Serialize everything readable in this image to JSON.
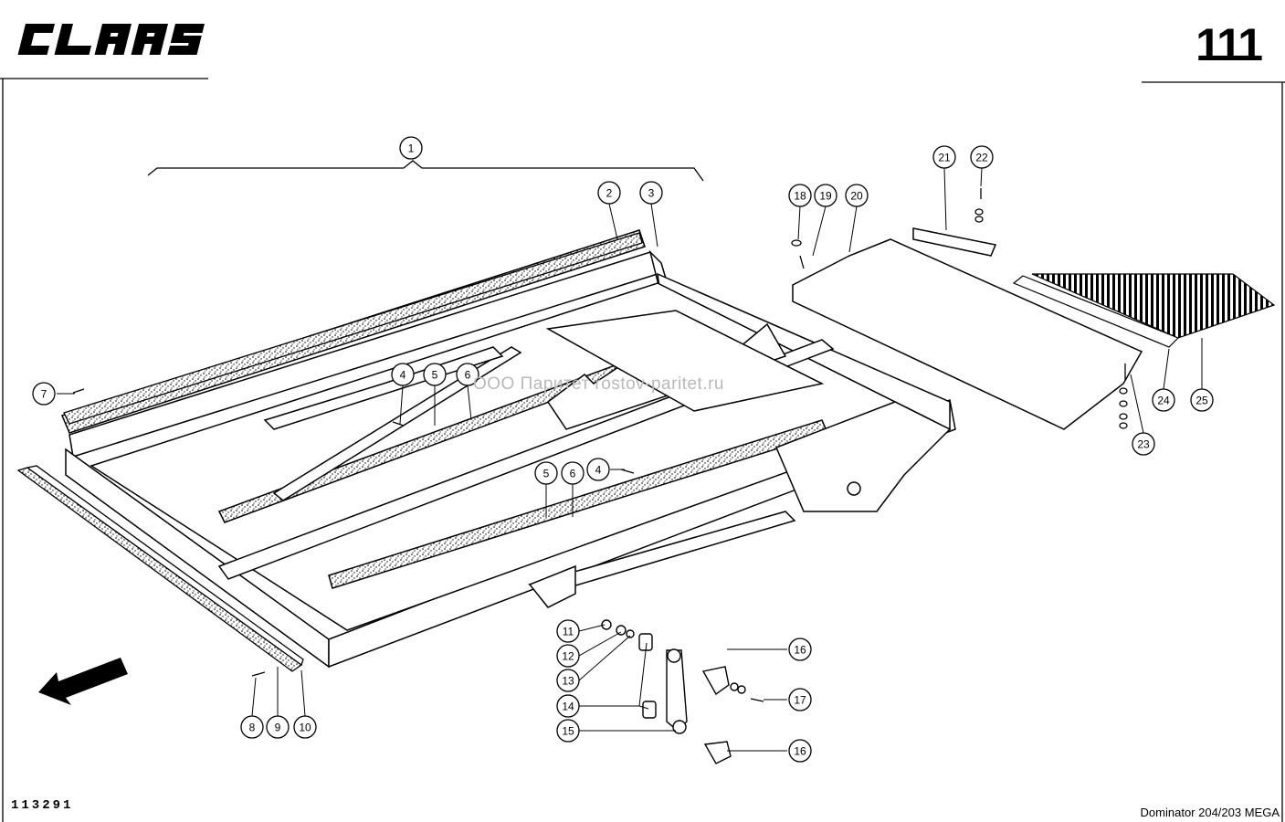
{
  "header": {
    "brand": "CLAAS",
    "page_number": "111"
  },
  "footer": {
    "drawing_number": "113291",
    "model": "Dominator 204/203 MEGA"
  },
  "watermark": "ООО Паритет   rostov-paritet.ru",
  "callouts": [
    "1",
    "2",
    "3",
    "4",
    "5",
    "6",
    "4",
    "5",
    "6",
    "7",
    "8",
    "9",
    "10",
    "11",
    "12",
    "13",
    "14",
    "15",
    "16",
    "16",
    "17",
    "18",
    "19",
    "20",
    "21",
    "22",
    "23",
    "24",
    "25"
  ],
  "icons": {
    "brand": "claas-logo",
    "direction": "travel-direction-arrow-icon"
  },
  "colors": {
    "ink": "#000000",
    "paper": "#ffffff",
    "watermark": "#b9b9b9"
  }
}
